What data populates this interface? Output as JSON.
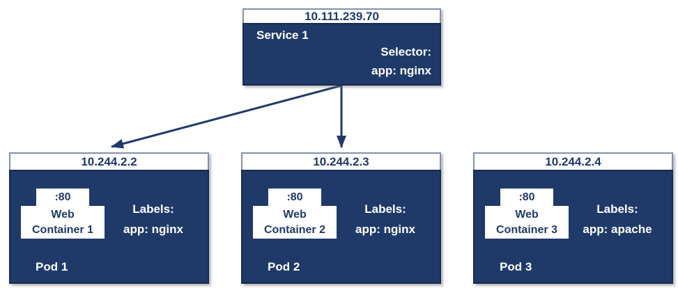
{
  "colors": {
    "navy": "#1f3a69",
    "navy_border": "#152a4f",
    "header_border": "#8091aa",
    "white": "#ffffff"
  },
  "service": {
    "ip": "10.111.239.70",
    "name": "Service 1",
    "selector_title": "Selector:",
    "selector_value": "app: nginx"
  },
  "pods": [
    {
      "ip": "10.244.2.2",
      "port": ":80",
      "container": "Web Container 1",
      "labels_title": "Labels:",
      "labels_value": "app: nginx",
      "name": "Pod 1"
    },
    {
      "ip": "10.244.2.3",
      "port": ":80",
      "container": "Web Container 2",
      "labels_title": "Labels:",
      "labels_value": "app: nginx",
      "name": "Pod 2"
    },
    {
      "ip": "10.244.2.4",
      "port": ":80",
      "container": "Web Container 3",
      "labels_title": "Labels:",
      "labels_value": "app: apache",
      "name": "Pod 3"
    }
  ]
}
